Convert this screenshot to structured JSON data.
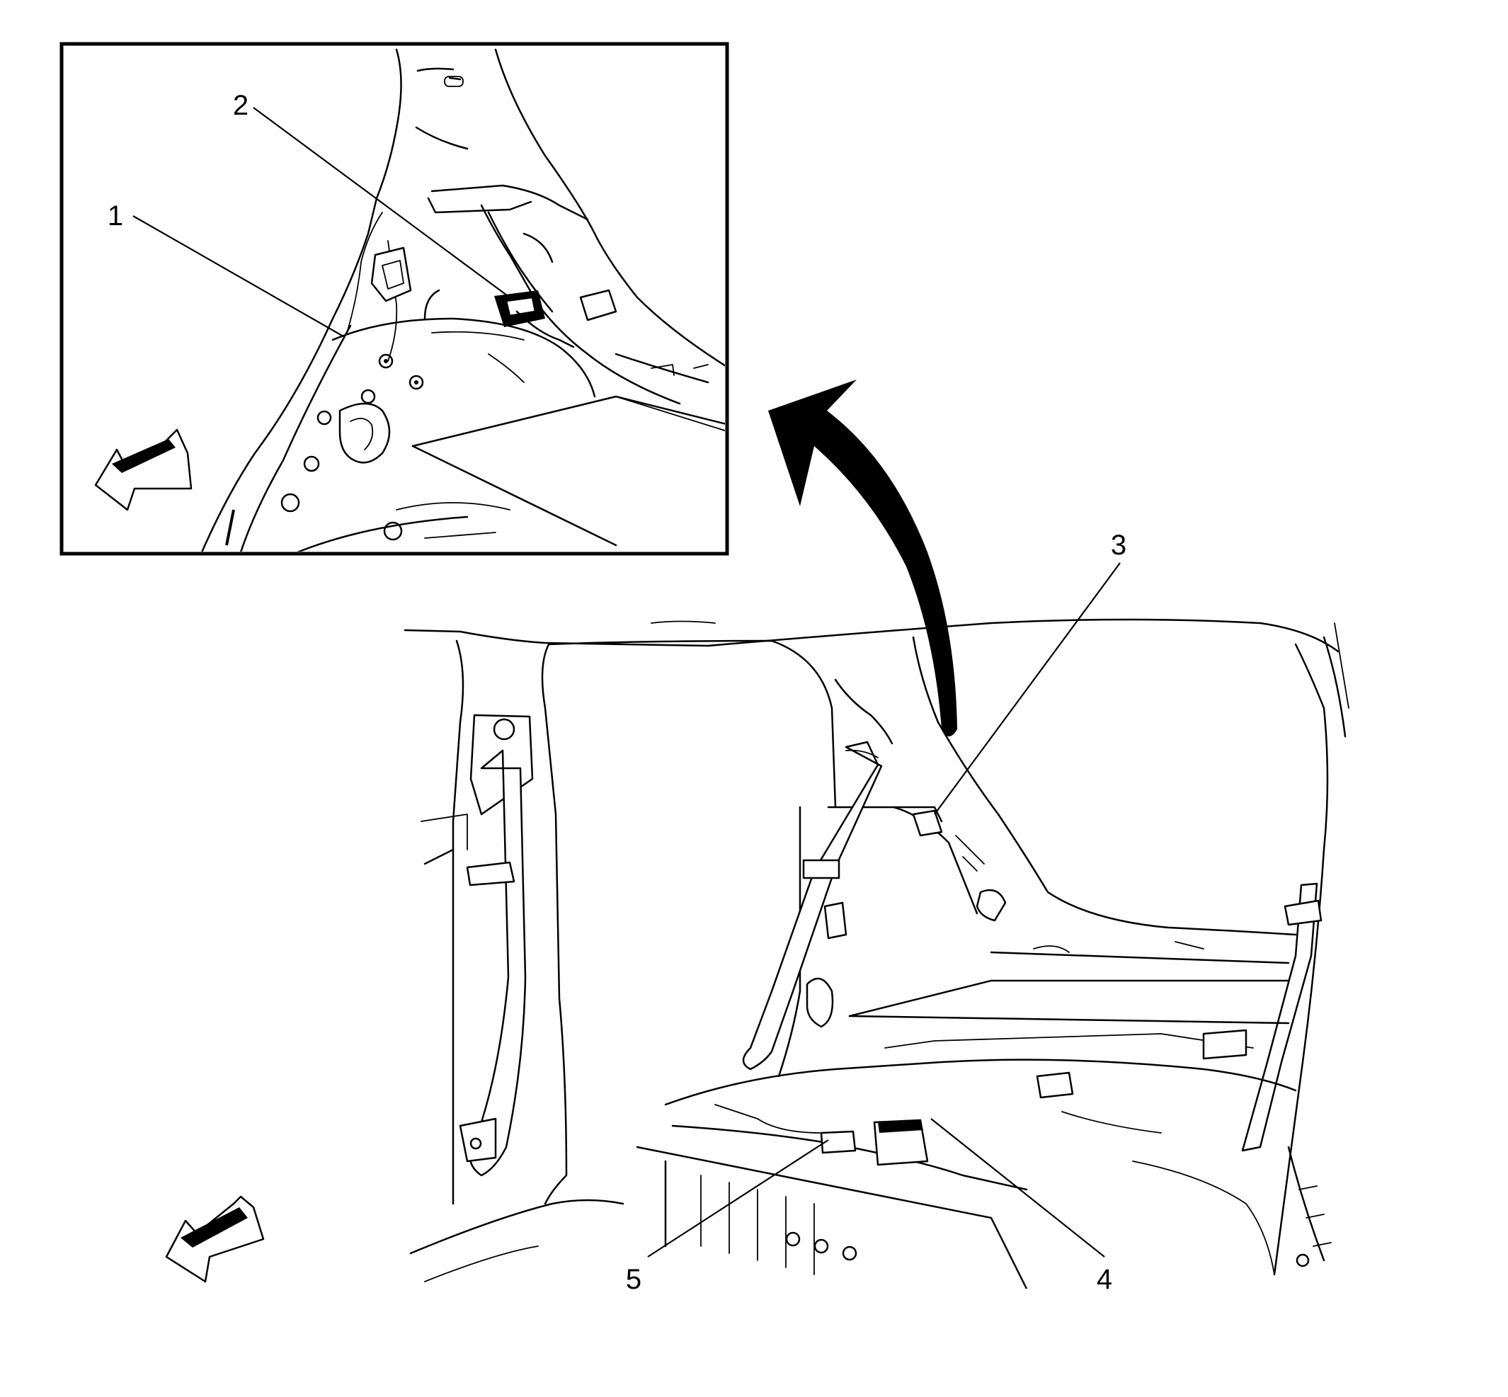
{
  "callouts": [
    {
      "id": "1",
      "label": "1"
    },
    {
      "id": "2",
      "label": "2"
    },
    {
      "id": "3",
      "label": "3"
    },
    {
      "id": "4",
      "label": "4"
    },
    {
      "id": "5",
      "label": "5"
    }
  ],
  "icons": {
    "direction_arrow": "forward-direction-arrow-icon",
    "zoom_arrow": "curved-detail-arrow-icon"
  },
  "colors": {
    "line": "#000000",
    "background": "#ffffff"
  }
}
